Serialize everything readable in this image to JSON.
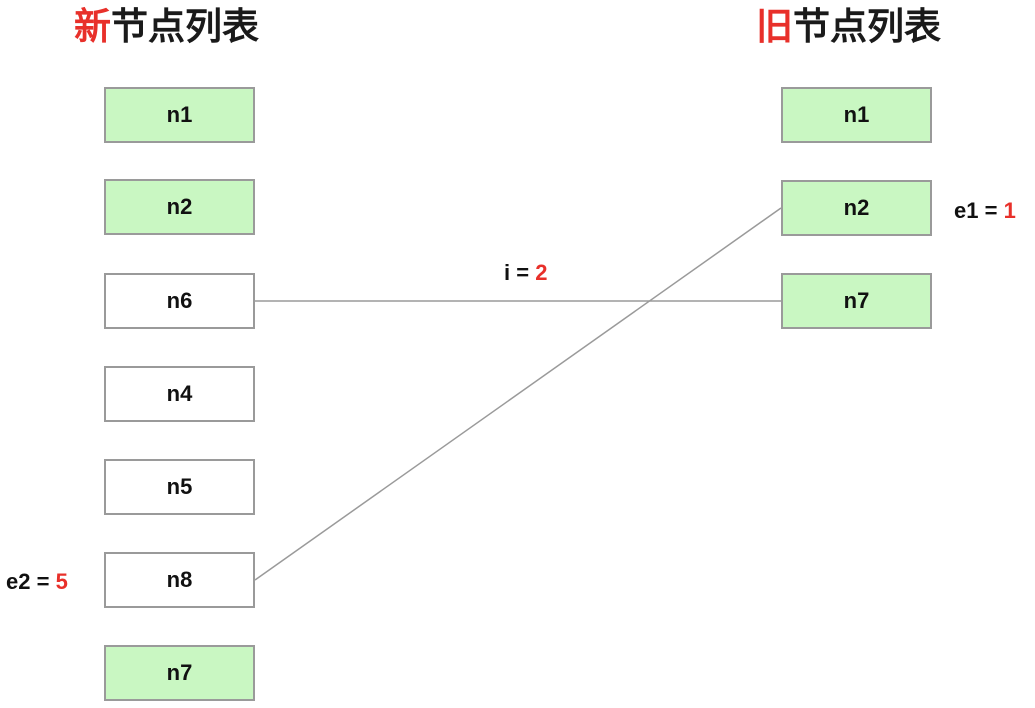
{
  "titles": {
    "new": {
      "accent": "新",
      "rest": "节点列表"
    },
    "old": {
      "accent": "旧",
      "rest": "节点列表"
    }
  },
  "new_list": [
    {
      "label": "n1",
      "fill": "green"
    },
    {
      "label": "n2",
      "fill": "green"
    },
    {
      "label": "n6",
      "fill": "white"
    },
    {
      "label": "n4",
      "fill": "white"
    },
    {
      "label": "n5",
      "fill": "white"
    },
    {
      "label": "n8",
      "fill": "white"
    },
    {
      "label": "n7",
      "fill": "green"
    }
  ],
  "old_list": [
    {
      "label": "n1",
      "fill": "green"
    },
    {
      "label": "n2",
      "fill": "green"
    },
    {
      "label": "n7",
      "fill": "green"
    }
  ],
  "pointers": {
    "i": {
      "name": "i",
      "eq": " = ",
      "value": "2"
    },
    "e1": {
      "name": "e1",
      "eq": " = ",
      "value": "1"
    },
    "e2": {
      "name": "e2",
      "eq": " = ",
      "value": "5"
    }
  },
  "links": [
    {
      "from": "new.n6",
      "to": "old.n7"
    },
    {
      "from": "new.n8",
      "to": "old.n2"
    }
  ],
  "colors": {
    "green_fill": "#c9f7c2",
    "border": "#9a9a9a",
    "accent": "#e8302a",
    "link": "#9a9a9a"
  }
}
